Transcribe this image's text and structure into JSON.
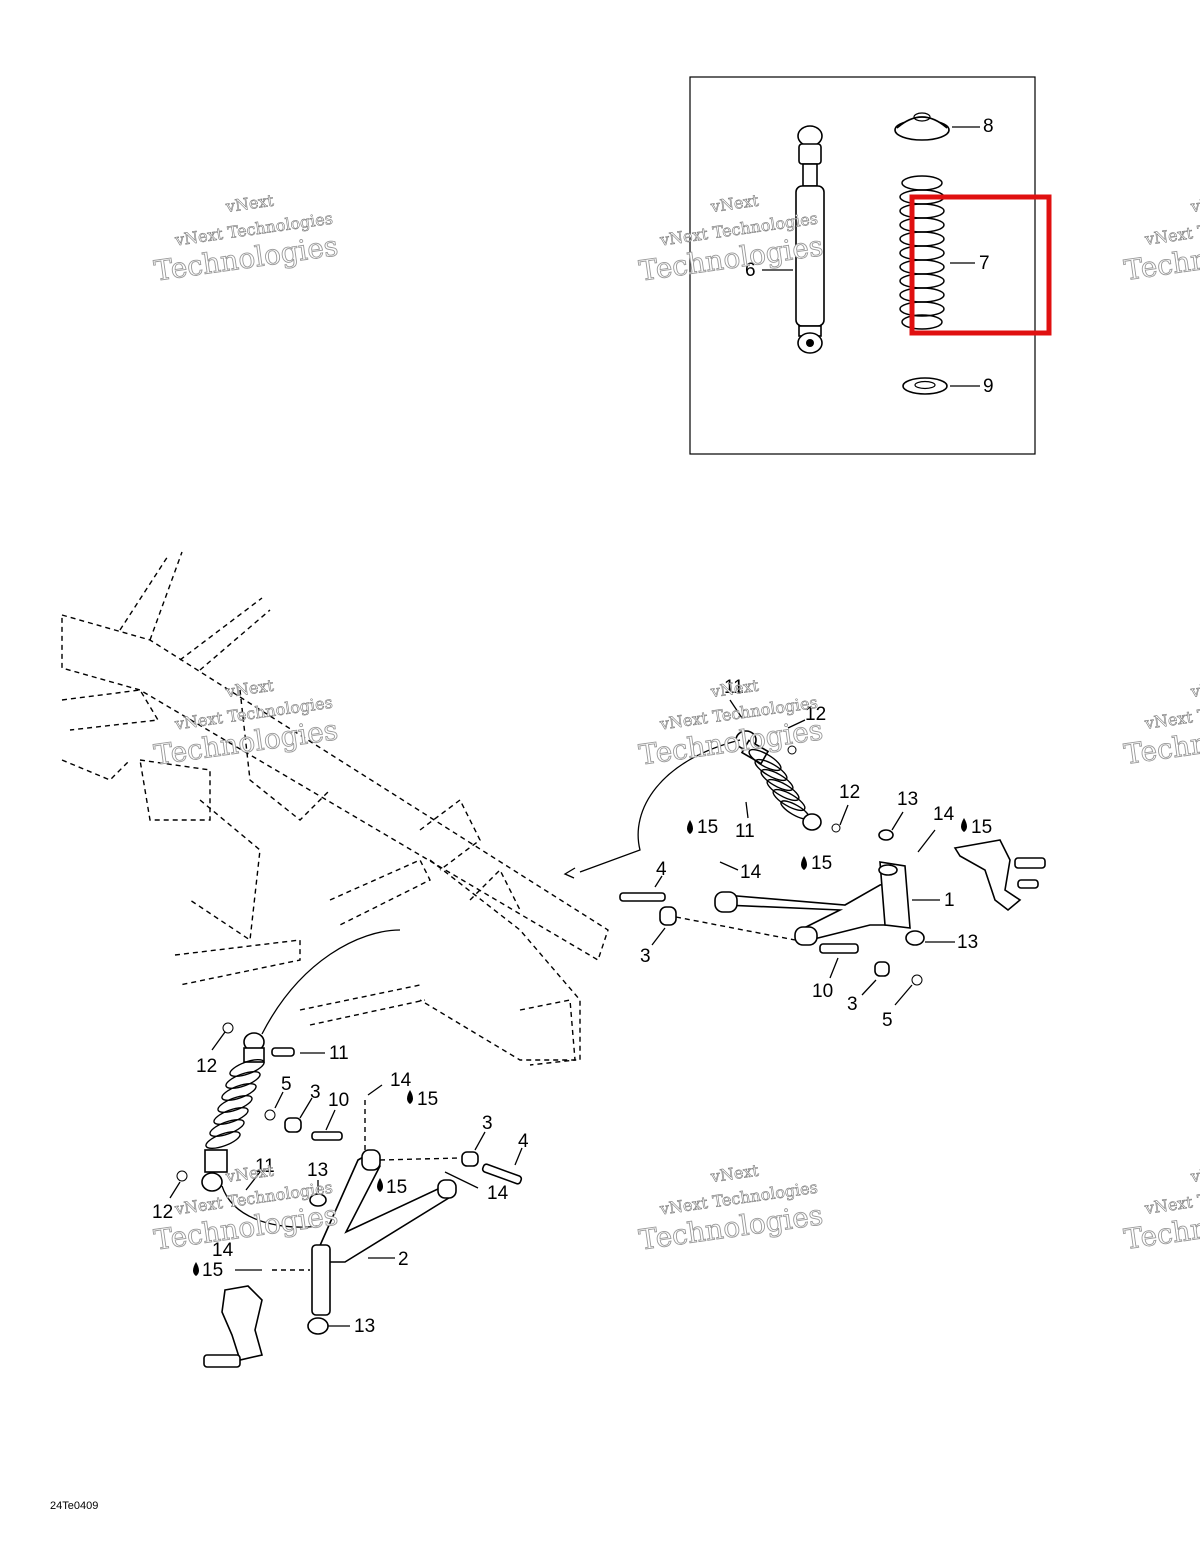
{
  "watermark": {
    "line1": "vNext Technologies",
    "line2": "Technologies",
    "line2_top": "vNext"
  },
  "callouts": {
    "c1": "1",
    "c2": "2",
    "c3": "3",
    "c4": "4",
    "c5": "5",
    "c6": "6",
    "c7": "7",
    "c8": "8",
    "c9": "9",
    "c10": "10",
    "c11": "11",
    "c12": "12",
    "c13": "13",
    "c14": "14",
    "c15": "15"
  },
  "highlight": {
    "color": "#e01010",
    "target": "7"
  },
  "reference_code": "24Te0409"
}
